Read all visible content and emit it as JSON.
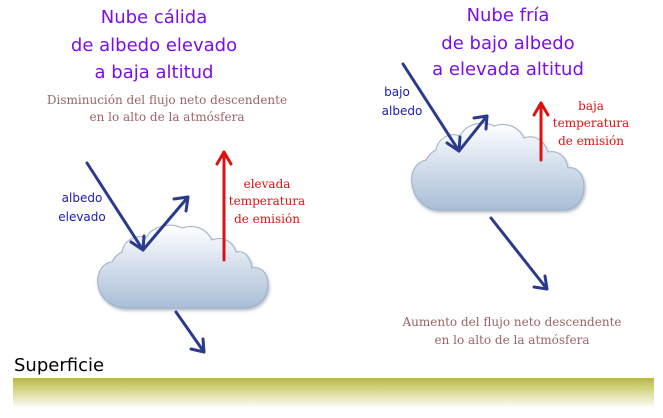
{
  "left": {
    "title_lines": [
      "Nube cálida",
      "de albedo elevado",
      "a baja altitud"
    ],
    "flux_lines": [
      "Disminución del flujo neto descendente",
      "en lo alto de la atmósfera"
    ],
    "albedo_lines": [
      "albedo",
      "elevado"
    ],
    "emission_lines": [
      "elevada",
      "temperatura",
      "de emisión"
    ]
  },
  "right": {
    "title_lines": [
      "Nube fría",
      "de bajo albedo",
      "a elevada altitud"
    ],
    "albedo_lines": [
      "bajo",
      "albedo"
    ],
    "emission_lines": [
      "baja",
      "temperatura",
      "de emisión"
    ],
    "flux_lines": [
      "Aumento del flujo neto descendente",
      "en lo alto de la atmósfera"
    ]
  },
  "surface_label": "Superficie",
  "colors": {
    "title": "#7b0fe8",
    "flux_text": "#9a6466",
    "albedo_text": "#1a1ab8",
    "emission_text": "#dd1111",
    "sun_arrow": "#2a3a8c",
    "emission_arrow": "#dd1111",
    "ground": "#c4c455"
  }
}
